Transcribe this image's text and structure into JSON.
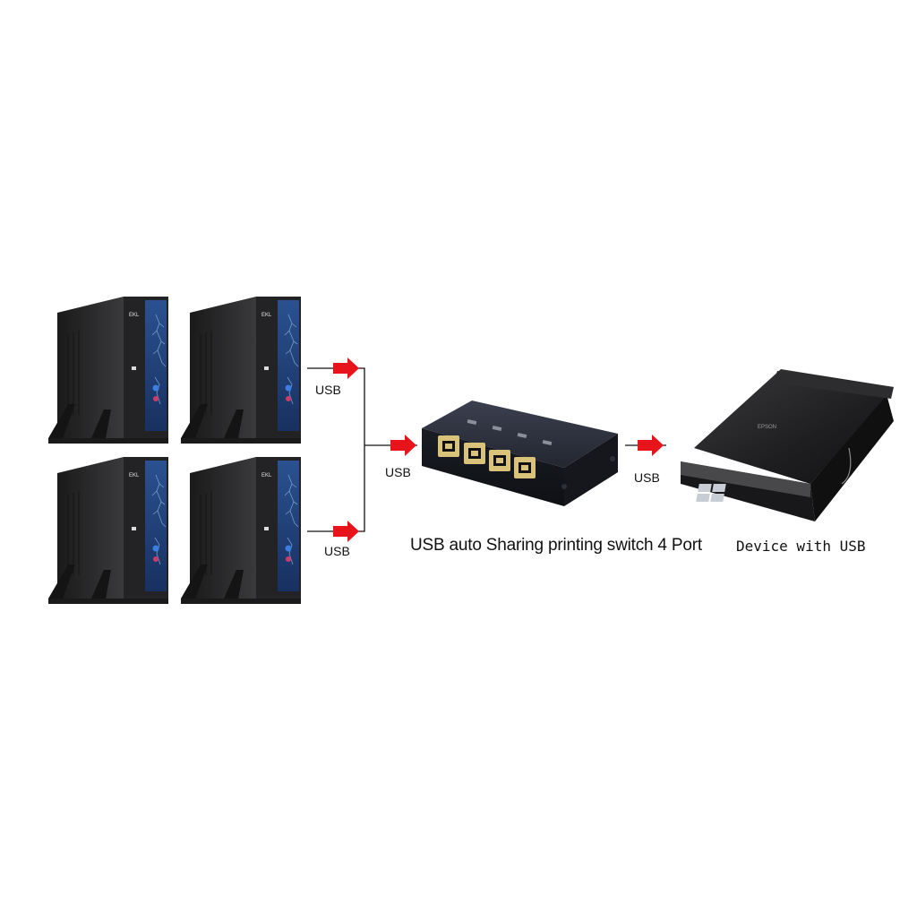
{
  "computers": [
    {
      "brand": "EKL"
    },
    {
      "brand": "EKL"
    },
    {
      "brand": "EKL"
    },
    {
      "brand": "EKL"
    }
  ],
  "connections": {
    "top_label": "USB",
    "bottom_label": "USB",
    "merge_label": "USB",
    "device_label": "USB"
  },
  "switch": {
    "caption": "USB auto Sharing printing switch 4 Port"
  },
  "device": {
    "caption": "Device with USB",
    "brand": "EPSON"
  },
  "colors": {
    "arrow": "#e8141b",
    "tower_body": "#2a2a2c",
    "tower_panel": "#1f3f73",
    "switch_body": "#1b1e27",
    "scanner_body": "#1d1d1f"
  }
}
